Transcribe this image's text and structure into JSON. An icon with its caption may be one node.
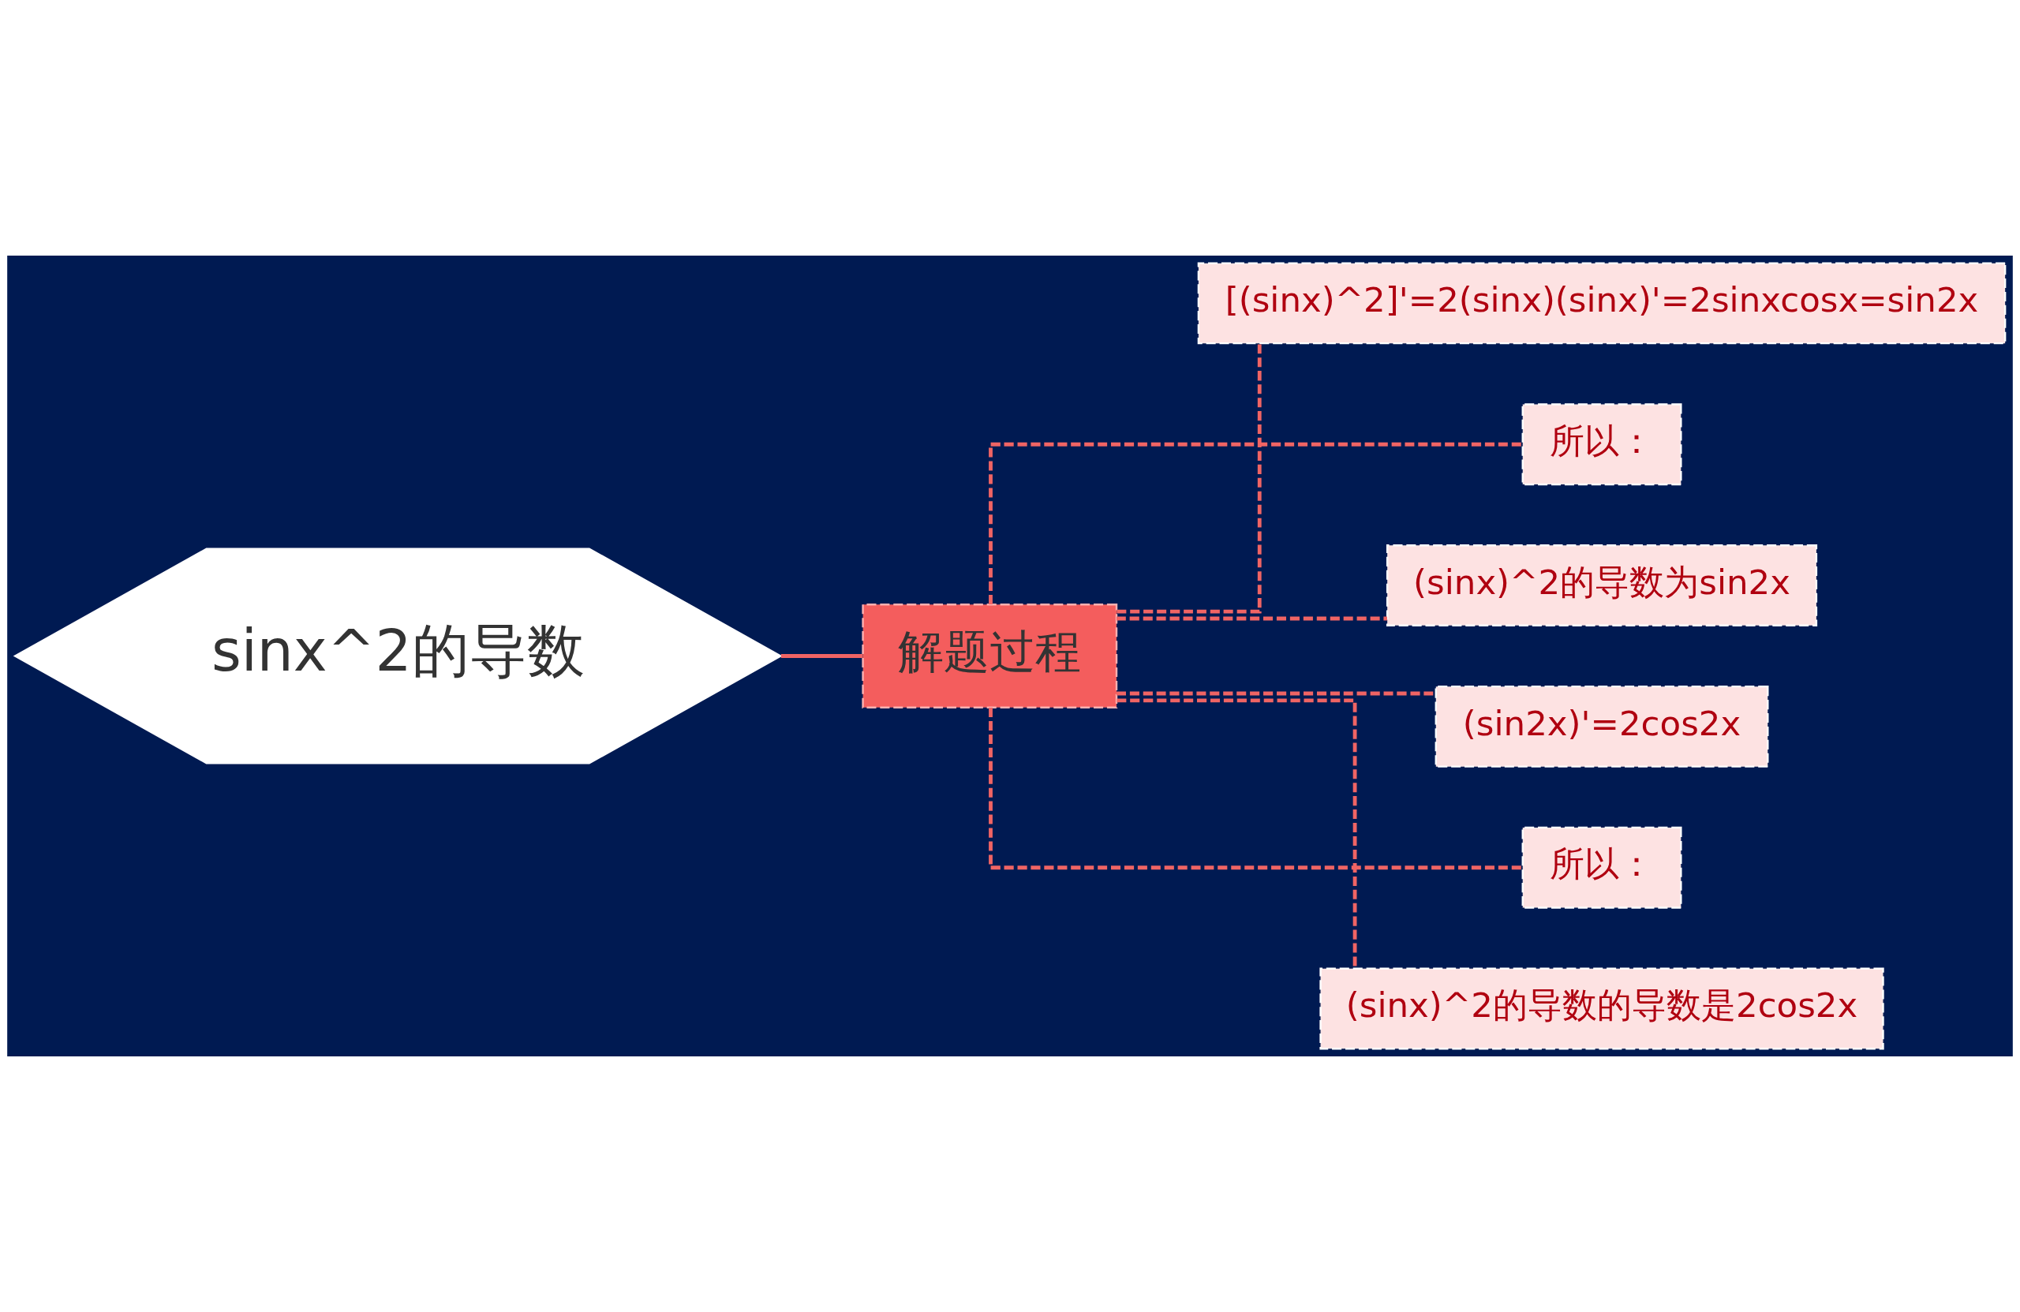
{
  "diagram": {
    "nodes": [
      {
        "text": [
          "sinx^2的导数"
        ]
      },
      {
        "text": [
          "解题过程"
        ]
      },
      {
        "text": [
          "[(sinx)^2]'=2(sinx)(sinx)'=2sinxcosx=sin2x"
        ]
      },
      {
        "text": [
          "所以："
        ]
      },
      {
        "text": [
          "(sinx)^2的导数为sin2x"
        ]
      },
      {
        "text": [
          "(sin2x)'=2cos2x"
        ]
      },
      {
        "text": [
          "所以："
        ]
      },
      {
        "text": [
          "(sinx)^2的导数的导数是2cos2x"
        ]
      }
    ],
    "edges": [
      {
        "from": 0,
        "to": 1,
        "arrow": "none"
      },
      {
        "from": 1,
        "to": 2,
        "arrow": "none",
        "style": "dashed"
      },
      {
        "from": 1,
        "to": 3,
        "arrow": "none",
        "style": "dashed"
      },
      {
        "from": 1,
        "to": 4,
        "arrow": "none",
        "style": "dashed"
      },
      {
        "from": 1,
        "to": 5,
        "arrow": "none",
        "style": "dashed"
      },
      {
        "from": 1,
        "to": 6,
        "arrow": "none",
        "style": "dashed"
      },
      {
        "from": 1,
        "to": 7,
        "arrow": "none",
        "style": "dashed"
      }
    ]
  }
}
